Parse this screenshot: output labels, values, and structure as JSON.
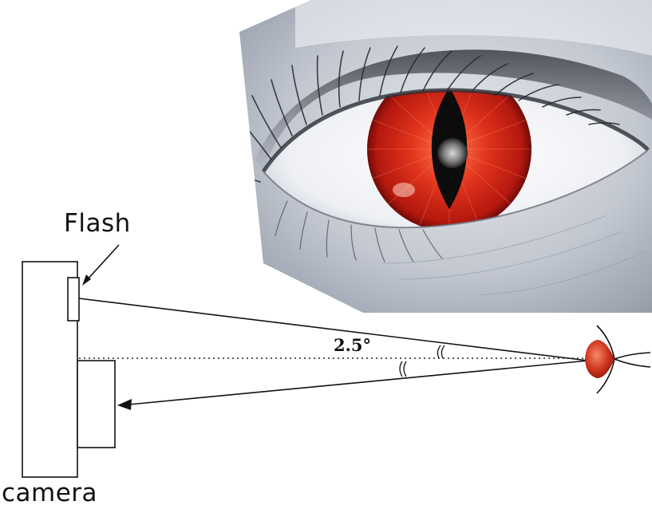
{
  "labels": {
    "flash": "Flash",
    "camera": "camera",
    "angle": "2.5°"
  },
  "photo": {
    "subject": "close-up of an eye with red iris and slit pupil",
    "iris_color": "#c8281a",
    "skin_tone": "#c6ccd6"
  },
  "diagram": {
    "line_color": "#111111",
    "eye_pupil_color": "#d23a22"
  }
}
